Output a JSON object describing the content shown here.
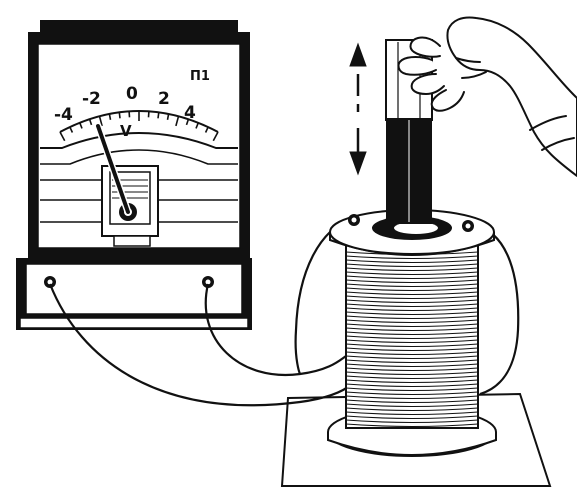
{
  "meter": {
    "scale_labels": [
      "-4",
      "-2",
      "0",
      "2",
      "4"
    ],
    "unit": "V",
    "model_mark": "П1"
  },
  "motion": {
    "direction": "up-down",
    "icon": "double-arrow-vertical"
  },
  "colors": {
    "ink": "#111111",
    "paper": "#ffffff"
  }
}
